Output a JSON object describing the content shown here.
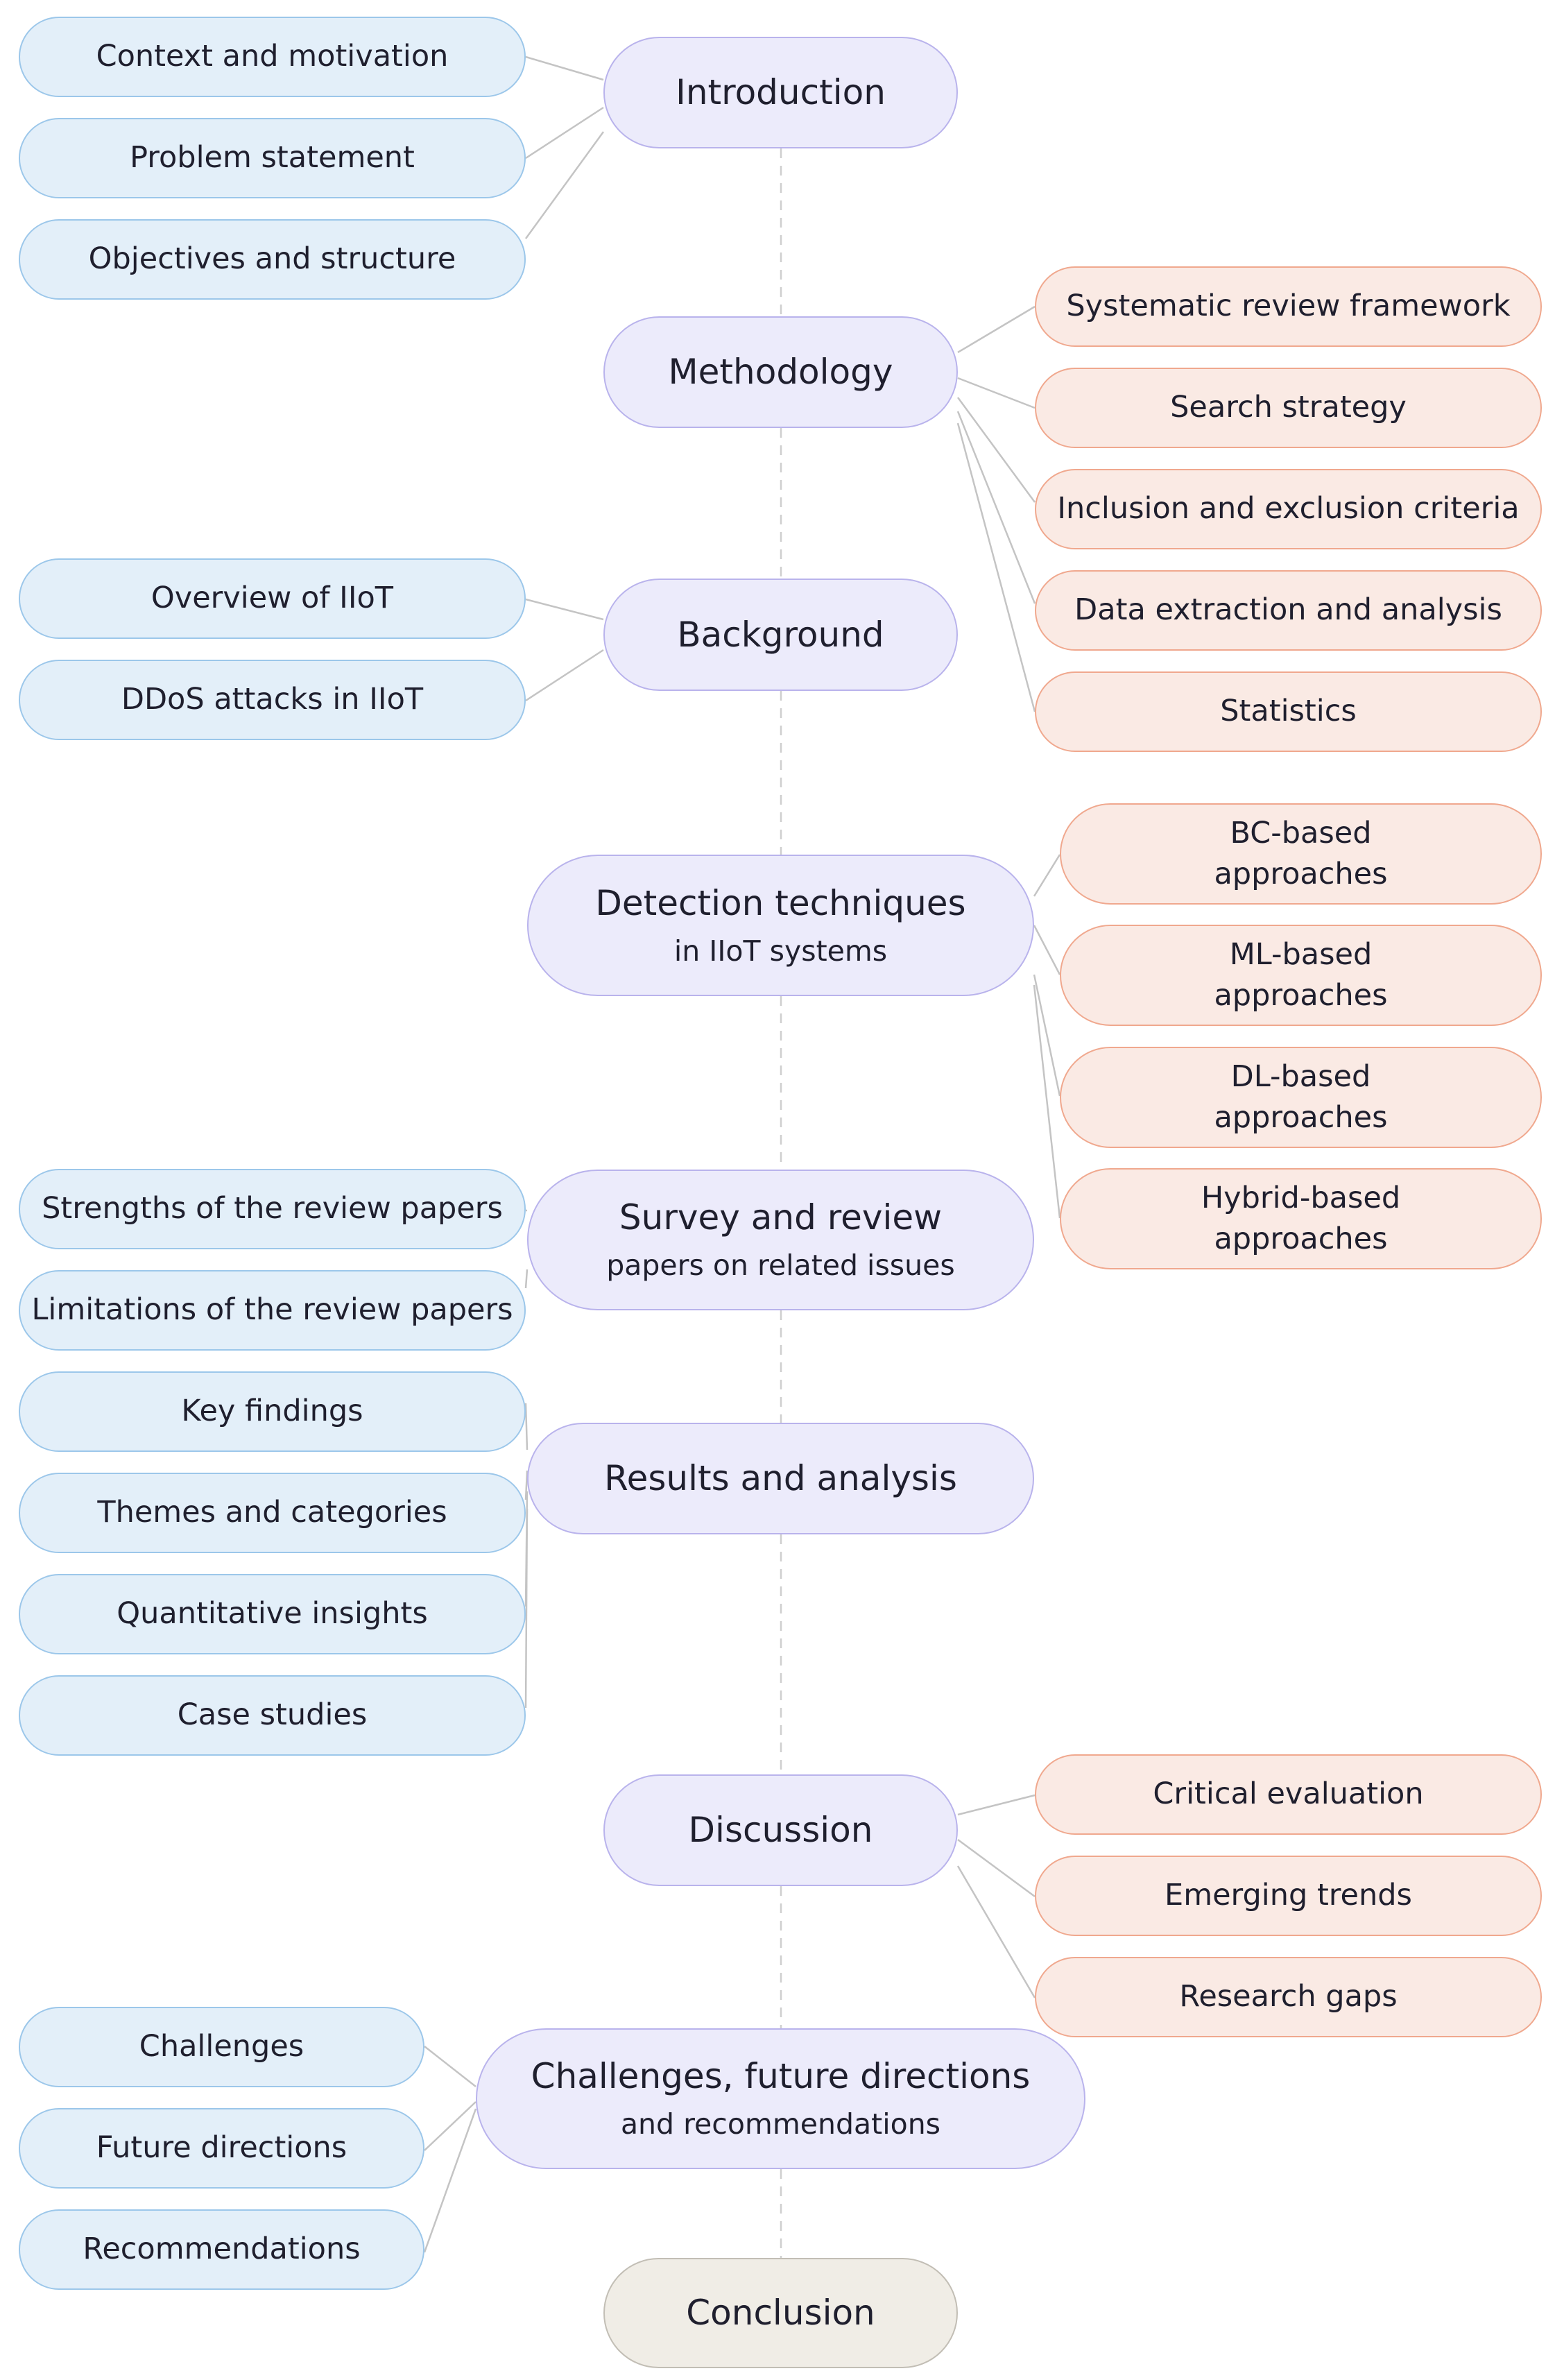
{
  "colors": {
    "main_fill": "#ecebfb",
    "main_border": "#b9b3ec",
    "left_fill": "#e3eff9",
    "left_border": "#9cc7ea",
    "right_fill": "#faeae4",
    "right_border": "#f0a88e",
    "conclusion_fill": "#f0ede6",
    "connector": "#c4c4c4"
  },
  "sections": {
    "introduction": {
      "title": "Introduction",
      "items": [
        "Context and motivation",
        "Problem statement",
        "Objectives and structure"
      ]
    },
    "methodology": {
      "title": "Methodology",
      "items": [
        "Systematic review framework",
        "Search strategy",
        "Inclusion and exclusion criteria",
        "Data extraction and analysis",
        "Statistics"
      ]
    },
    "background": {
      "title": "Background",
      "items": [
        "Overview of IIoT",
        "DDoS attacks in IIoT"
      ]
    },
    "detection": {
      "title": "Detection techniques",
      "subtitle": "in IIoT systems",
      "items": [
        {
          "line1": "BC-based",
          "line2": "approaches"
        },
        {
          "line1": "ML-based",
          "line2": "approaches"
        },
        {
          "line1": "DL-based",
          "line2": "approaches"
        },
        {
          "line1": "Hybrid-based",
          "line2": "approaches"
        }
      ]
    },
    "survey": {
      "title": "Survey and review",
      "subtitle": "papers on related issues",
      "items": [
        "Strengths of the review papers",
        "Limitations of the review papers"
      ]
    },
    "results": {
      "title": "Results and analysis",
      "items": [
        "Key findings",
        "Themes and categories",
        "Quantitative insights",
        "Case studies"
      ]
    },
    "discussion": {
      "title": "Discussion",
      "items": [
        "Critical evaluation",
        "Emerging trends",
        "Research gaps"
      ]
    },
    "challenges": {
      "title": "Challenges, future directions",
      "subtitle": "and recommendations",
      "items": [
        "Challenges",
        "Future directions",
        "Recommendations"
      ]
    },
    "conclusion": {
      "title": "Conclusion"
    }
  }
}
